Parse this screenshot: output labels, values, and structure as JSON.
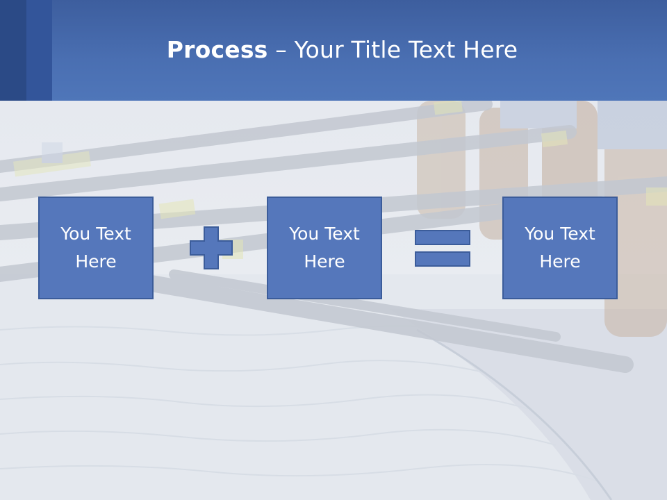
{
  "header": {
    "title_bold": "Process",
    "title_rest": " – Your Title Text Here"
  },
  "process": {
    "boxes": [
      {
        "line1": "You Text",
        "line2": "Here"
      },
      {
        "line1": "You Text",
        "line2": "Here"
      },
      {
        "line1": "You Text",
        "line2": "Here"
      }
    ],
    "operators": [
      "plus-icon",
      "equals-icon"
    ]
  },
  "colors": {
    "header": "#4a6fb2",
    "box_fill": "#5577bb",
    "box_border": "#3b5c9a",
    "title_text": "#ffffff"
  }
}
